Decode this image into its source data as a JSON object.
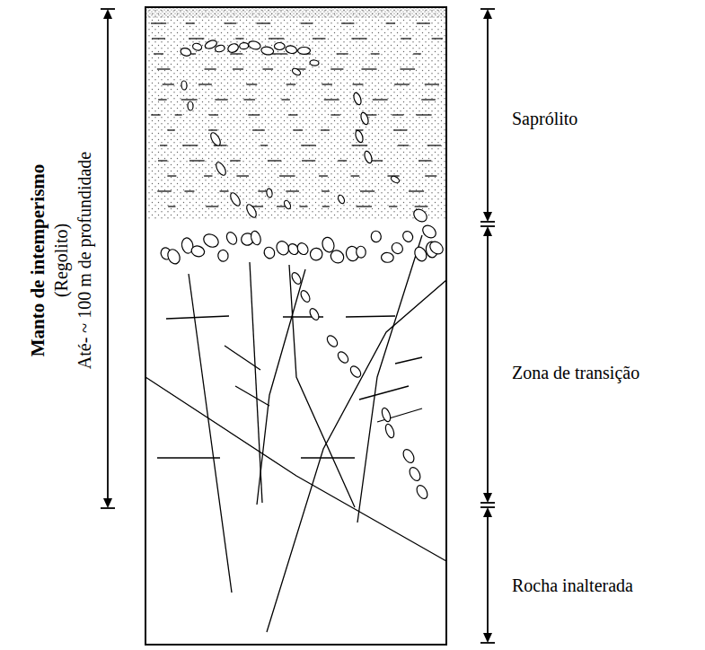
{
  "diagram": {
    "labels": [
      "Manto de intemperismo",
      "(Regolito)",
      "Até- ~ 100 m de profundidade",
      "Saprólito",
      "Zona de transição",
      "Rocha inalterada"
    ]
  }
}
